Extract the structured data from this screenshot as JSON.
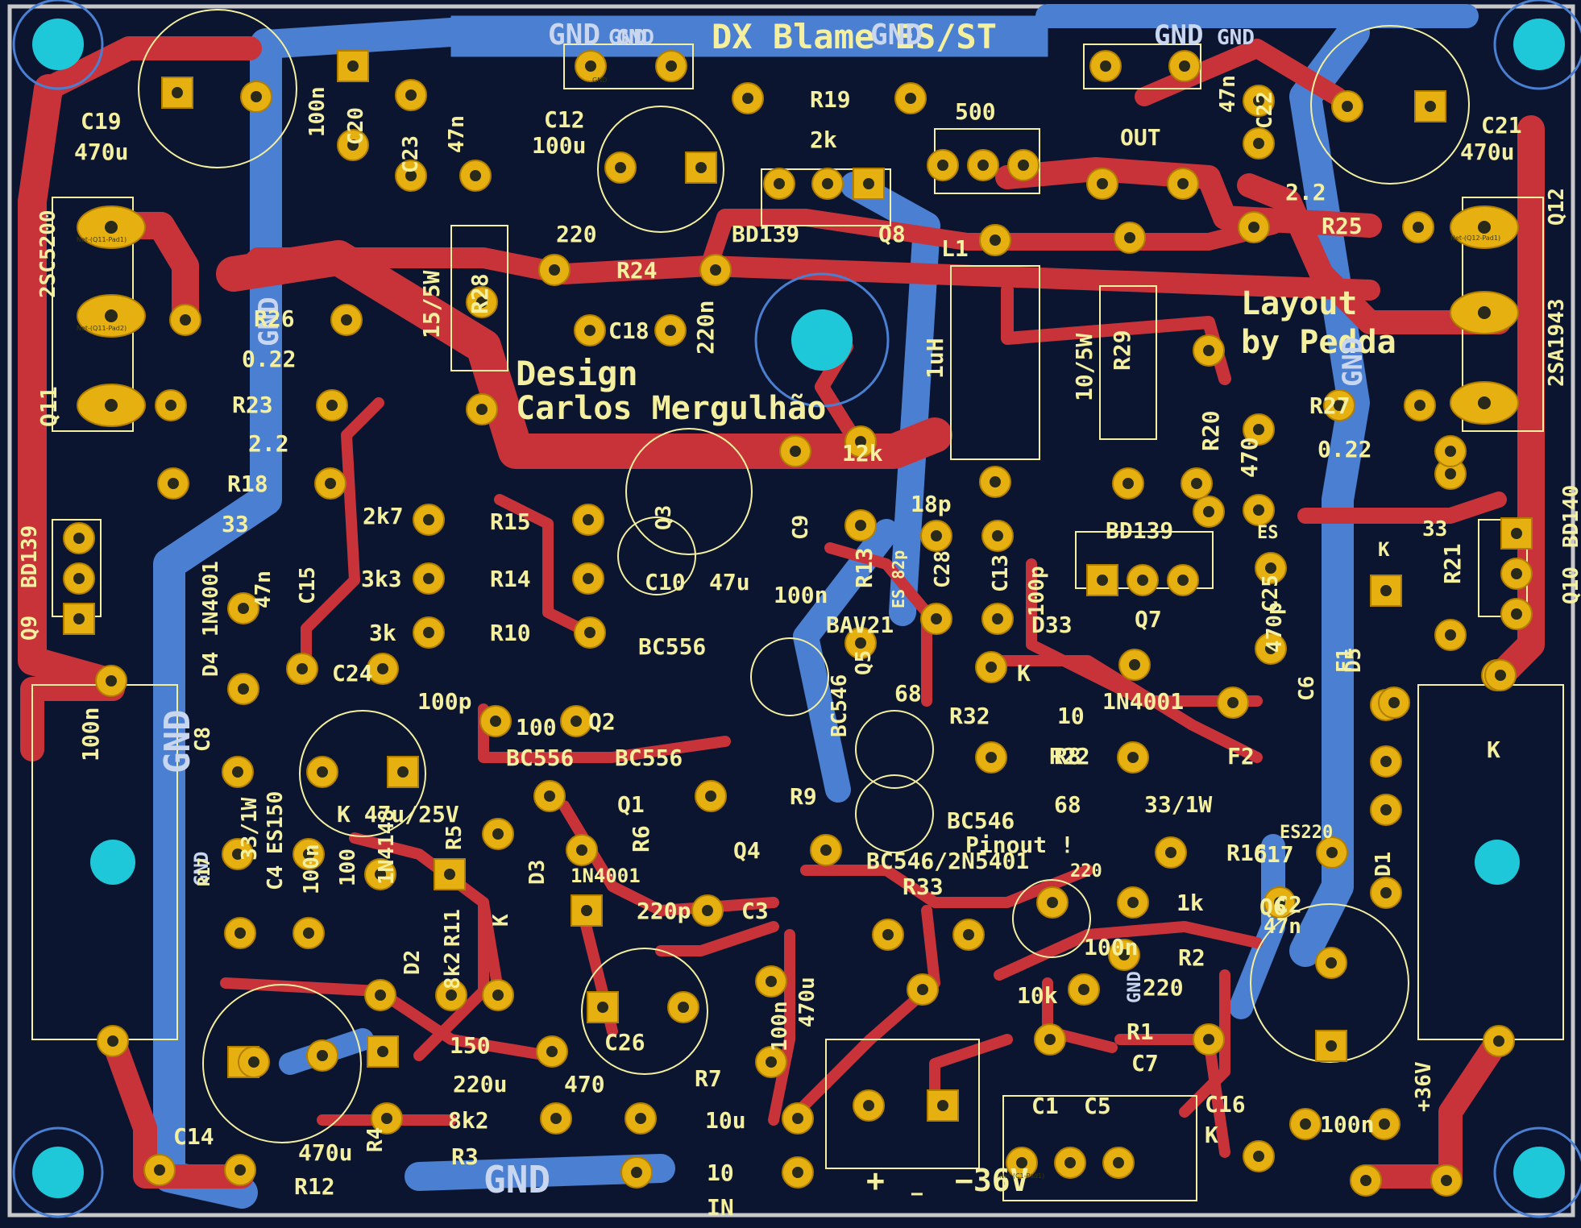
{
  "board": {
    "title": "DX Blame ES/ST",
    "colors": {
      "background": "#0b1530",
      "front_copper": "#c8333a",
      "back_copper": "#4a7fd1",
      "silkscreen": "#f4f0a0",
      "pad": "#e6b010",
      "mounting_hole": "#1ec8d8",
      "edge": "#c8c8c8"
    }
  },
  "credits": {
    "design_line1": "Design",
    "design_line2": "Carlos Mergulhão",
    "layout_line1": "Layout",
    "layout_line2": "by Pedda"
  },
  "gnd_labels": [
    "GND",
    "GND",
    "GND",
    "GND",
    "GND",
    "GND",
    "GND",
    "GND",
    "GND",
    "GND",
    "GND",
    "GND"
  ],
  "component_labels": [
    "C19",
    "470u",
    "100n",
    "C20",
    "C23",
    "47n",
    "C12",
    "100u",
    "R19",
    "2k",
    "500",
    "BD139",
    "Q8",
    "OUT",
    "47n",
    "C22",
    "C21",
    "470u",
    "2SC5200",
    "220",
    "R24",
    "R26",
    "0.22",
    "15/5W",
    "R28",
    "C18",
    "220n",
    "L1",
    "1uH",
    "10/5W",
    "R29",
    "2.2",
    "R25",
    "Q12",
    "2SA1943",
    "Q11",
    "R23",
    "2.2",
    "R18",
    "33",
    "BD139",
    "Q9",
    "12k",
    "C9",
    "100n",
    "R13",
    "18p",
    "C28",
    "ES 82p",
    "R20",
    "470",
    "R27",
    "0.22",
    "2k7",
    "R15",
    "3k3",
    "R14",
    "C10",
    "47u",
    "C13",
    "100p",
    "BD139",
    "Q7",
    "ES",
    "C25",
    "470p",
    "K",
    "33",
    "R21",
    "Q10",
    "BD140",
    "47n",
    "C15",
    "D4",
    "1N4001",
    "3k",
    "R10",
    "BC556",
    "Q3",
    "Q2",
    "BAV21",
    "D33",
    "K",
    "1N4001",
    "D5",
    "F1",
    "C6",
    "100n",
    "C24",
    "100p",
    "100",
    "BC556",
    "BC556",
    "BC546",
    "Q5",
    "68",
    "R32",
    "10",
    "R22",
    "F2",
    "K",
    "C8",
    "K 47u/25V",
    "R5",
    "Q1",
    "R9",
    "R8",
    "68",
    "33/1W",
    "ES150",
    "ES220",
    "R17",
    "33/1W",
    "C4",
    "100n",
    "100",
    "R6",
    "Q4",
    "BC546",
    "BC546/2N5401",
    "Pinout !",
    "220",
    "R16",
    "C17",
    "D1",
    "1N4148",
    "D2",
    "R11",
    "8k2",
    "K",
    "D3",
    "1N4001",
    "220p",
    "C3",
    "R33",
    "1k",
    "47n",
    "Q6",
    "C2",
    "100n",
    "R2",
    "10k",
    "R1",
    "220",
    "C7",
    "C26",
    "100n",
    "470u",
    "C16",
    "K",
    "R4",
    "150",
    "220u",
    "470",
    "R7",
    "10u",
    "C1",
    "C5",
    "100n",
    "+36V",
    "C14",
    "470u",
    "R12",
    "8k2",
    "R3",
    "10",
    "IN",
    "−",
    "+",
    "−36V"
  ],
  "pad_labels": [
    "GND",
    "Net-(Q11-Pad1)",
    "Net-(Q11-Pad2)",
    "Net-(Q12-Pad1)",
    "Net-(C1-Pad1)"
  ]
}
